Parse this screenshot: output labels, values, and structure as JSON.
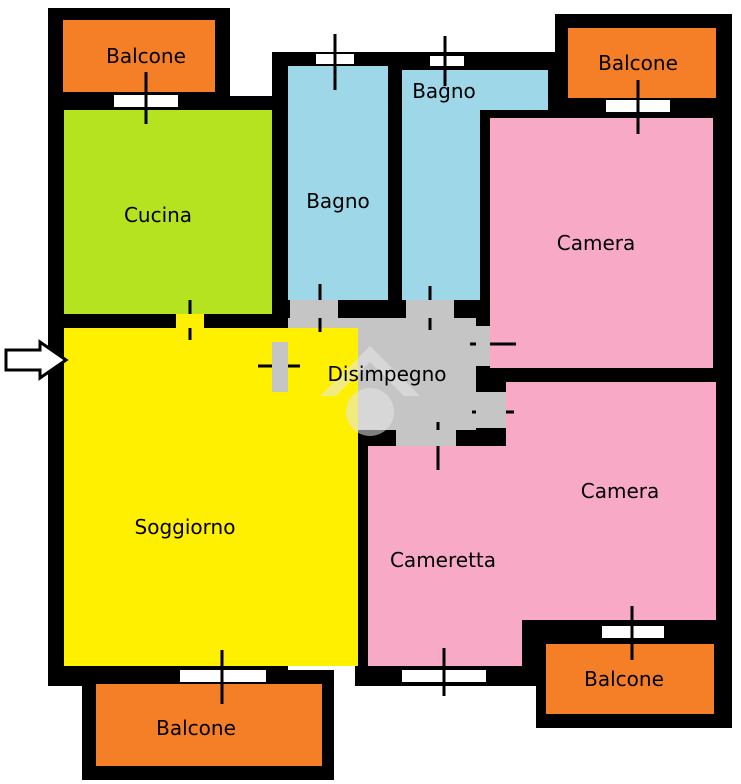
{
  "rooms": {
    "balcone_top_left": "Balcone",
    "balcone_top_right": "Balcone",
    "cucina": "Cucina",
    "bagno_1": "Bagno",
    "bagno_2": "Bagno",
    "camera_1": "Camera",
    "disimpegno": "Disimpegno",
    "soggiorno": "Soggiorno",
    "cameretta": "Cameretta",
    "camera_2": "Camera",
    "balcone_bottom_right": "Balcone",
    "balcone_bottom_left": "Balcone"
  },
  "colors": {
    "wall": "#000000",
    "balcone": "#f57f26",
    "cucina": "#b5e31f",
    "bagno": "#9ed8e8",
    "camera": "#f8a9c6",
    "soggiorno": "#fff000",
    "disimpegno": "#c5c5c5",
    "opening": "#ffffff"
  },
  "icons": {
    "entrance": "entrance-arrow-icon",
    "watermark": "house-watermark-icon"
  }
}
